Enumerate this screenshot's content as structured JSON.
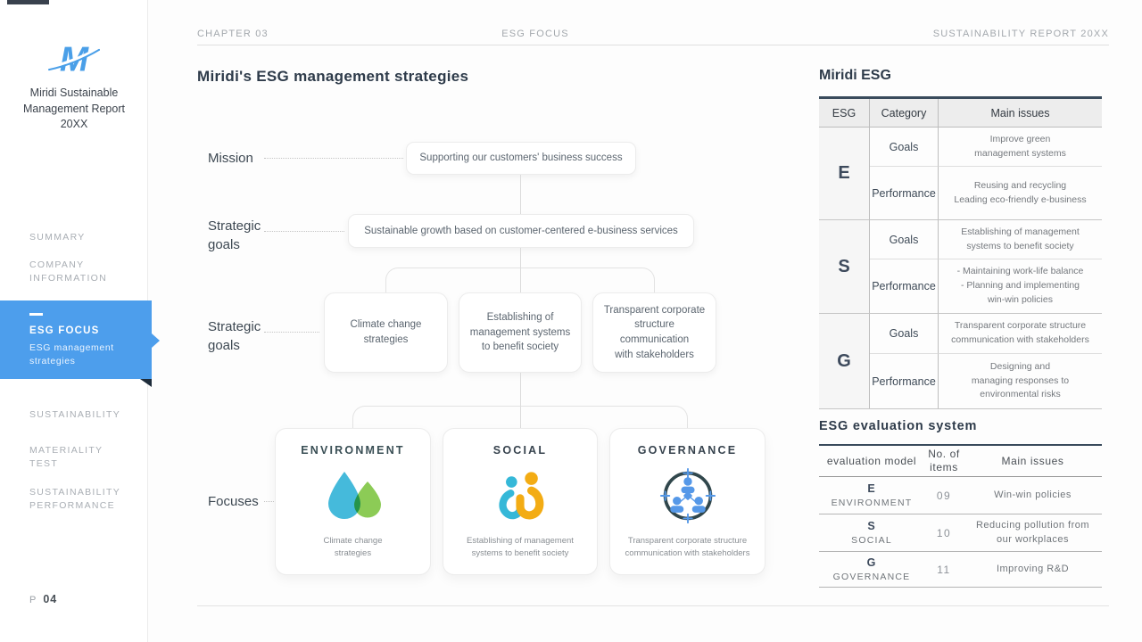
{
  "sidebar": {
    "report_title": "Miridi Sustainable\nManagement Report\n20XX",
    "items": [
      {
        "label": "SUMMARY"
      },
      {
        "label": "COMPANY\nINFORMATION"
      },
      {
        "label": "ESG FOCUS",
        "sublabel": "ESG management\nstrategies",
        "active": true
      },
      {
        "label": "SUSTAINABILITY"
      },
      {
        "label": "MATERIALITY\nTEST"
      },
      {
        "label": "SUSTAINABILITY\nPERFORMANCE"
      }
    ],
    "page_prefix": "P",
    "page_number": "04"
  },
  "header": {
    "chapter": "CHAPTER 03",
    "section": "ESG FOCUS",
    "report": "SUSTAINABILITY REPORT 20XX"
  },
  "flow": {
    "title": "Miridi's ESG management strategies",
    "mission_label": "Mission",
    "mission_box": "Supporting our customers' business success",
    "strategic1_label": "Strategic\ngoals",
    "strategic1_box": "Sustainable growth based on customer-centered e-business services",
    "strategic2_label": "Strategic\ngoals",
    "strategic2_boxes": [
      "Climate change\nstrategies",
      "Establishing of\nmanagement systems\nto benefit society",
      "Transparent corporate\nstructure\ncommunication\nwith stakeholders"
    ],
    "focuses_label": "Focuses",
    "cards": [
      {
        "title": "ENVIRONMENT",
        "icon": "water-drops-icon",
        "caption": "Climate change\nstrategies"
      },
      {
        "title": "SOCIAL",
        "icon": "people-icon",
        "caption": "Establishing of management\nsystems to benefit society"
      },
      {
        "title": "GOVERNANCE",
        "icon": "governance-network-icon",
        "caption": "Transparent corporate structure\ncommunication with stakeholders"
      }
    ]
  },
  "esg_table": {
    "title": "Miridi ESG",
    "headers": [
      "ESG",
      "Category",
      "Main issues"
    ],
    "groups": [
      {
        "letter": "E",
        "goals_label": "Goals",
        "goals_issues": "Improve green\nmanagement systems",
        "performance_label": "Performance",
        "performance_issues": "Reusing and recycling\nLeading eco-friendly e-business"
      },
      {
        "letter": "S",
        "goals_label": "Goals",
        "goals_issues": "Establishing of management\nsystems to benefit society",
        "performance_label": "Performance",
        "performance_issues": "- Maintaining work-life balance\n- Planning and implementing\nwin-win policies"
      },
      {
        "letter": "G",
        "goals_label": "Goals",
        "goals_issues": "Transparent corporate structure\ncommunication with stakeholders",
        "performance_label": "Performance",
        "performance_issues": "Designing and\nmanaging responses to\nenvironmental risks"
      }
    ]
  },
  "evaluation_table": {
    "title": "ESG evaluation system",
    "headers": [
      "evaluation model",
      "No. of\nitems",
      "Main issues"
    ],
    "rows": [
      {
        "letter": "E",
        "model": "ENVIRONMENT",
        "items": "09",
        "issues": "Win-win policies"
      },
      {
        "letter": "S",
        "model": "SOCIAL",
        "items": "10",
        "issues": "Reducing pollution from\nour workplaces"
      },
      {
        "letter": "G",
        "model": "GOVERNANCE",
        "items": "11",
        "issues": "Improving R&D"
      }
    ]
  },
  "colors": {
    "accent_blue": "#4d9eec",
    "logo_blue": "#4a9fe8",
    "heading_navy": "#2e3b4a",
    "table_top_border": "#394b5c",
    "muted_gray": "#a3a8ad",
    "env_teal": "#35b4d8",
    "env_green": "#7cc43e",
    "social_teal": "#35b8d8",
    "social_yellow": "#f3ac14",
    "governance_blue": "#5598e8",
    "governance_ring": "#31474c"
  }
}
